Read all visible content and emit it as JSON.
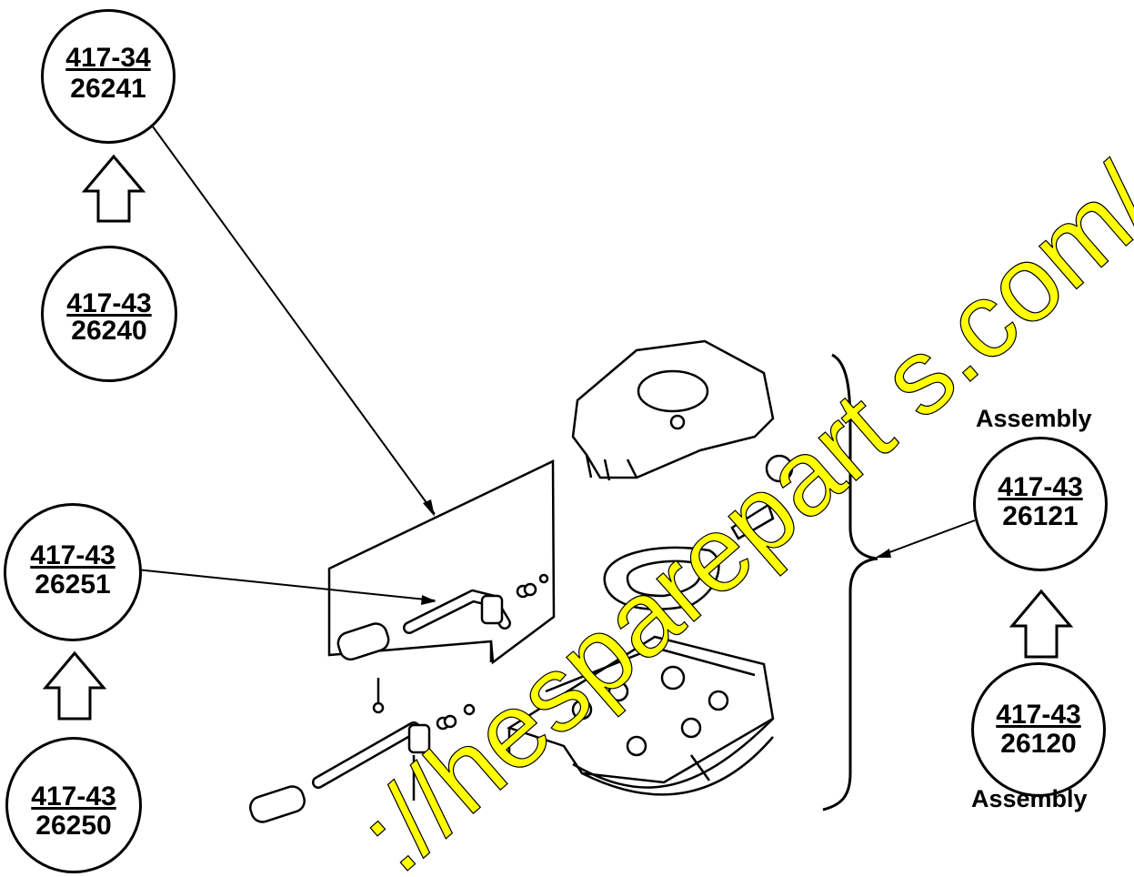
{
  "callouts": [
    {
      "id": "c1",
      "top": "417-34",
      "bottom": "26241"
    },
    {
      "id": "c2",
      "top": "417-43",
      "bottom": "26240"
    },
    {
      "id": "c3",
      "top": "417-43",
      "bottom": "26251"
    },
    {
      "id": "c4",
      "top": "417-43",
      "bottom": "26250"
    },
    {
      "id": "c5",
      "top": "417-43",
      "bottom": "26121"
    },
    {
      "id": "c6",
      "top": "417-43",
      "bottom": "26120"
    }
  ],
  "labels": {
    "assembly_top": "Assembly",
    "assembly_bottom": "Assembly"
  },
  "watermark": "://hesparepart s.com/"
}
